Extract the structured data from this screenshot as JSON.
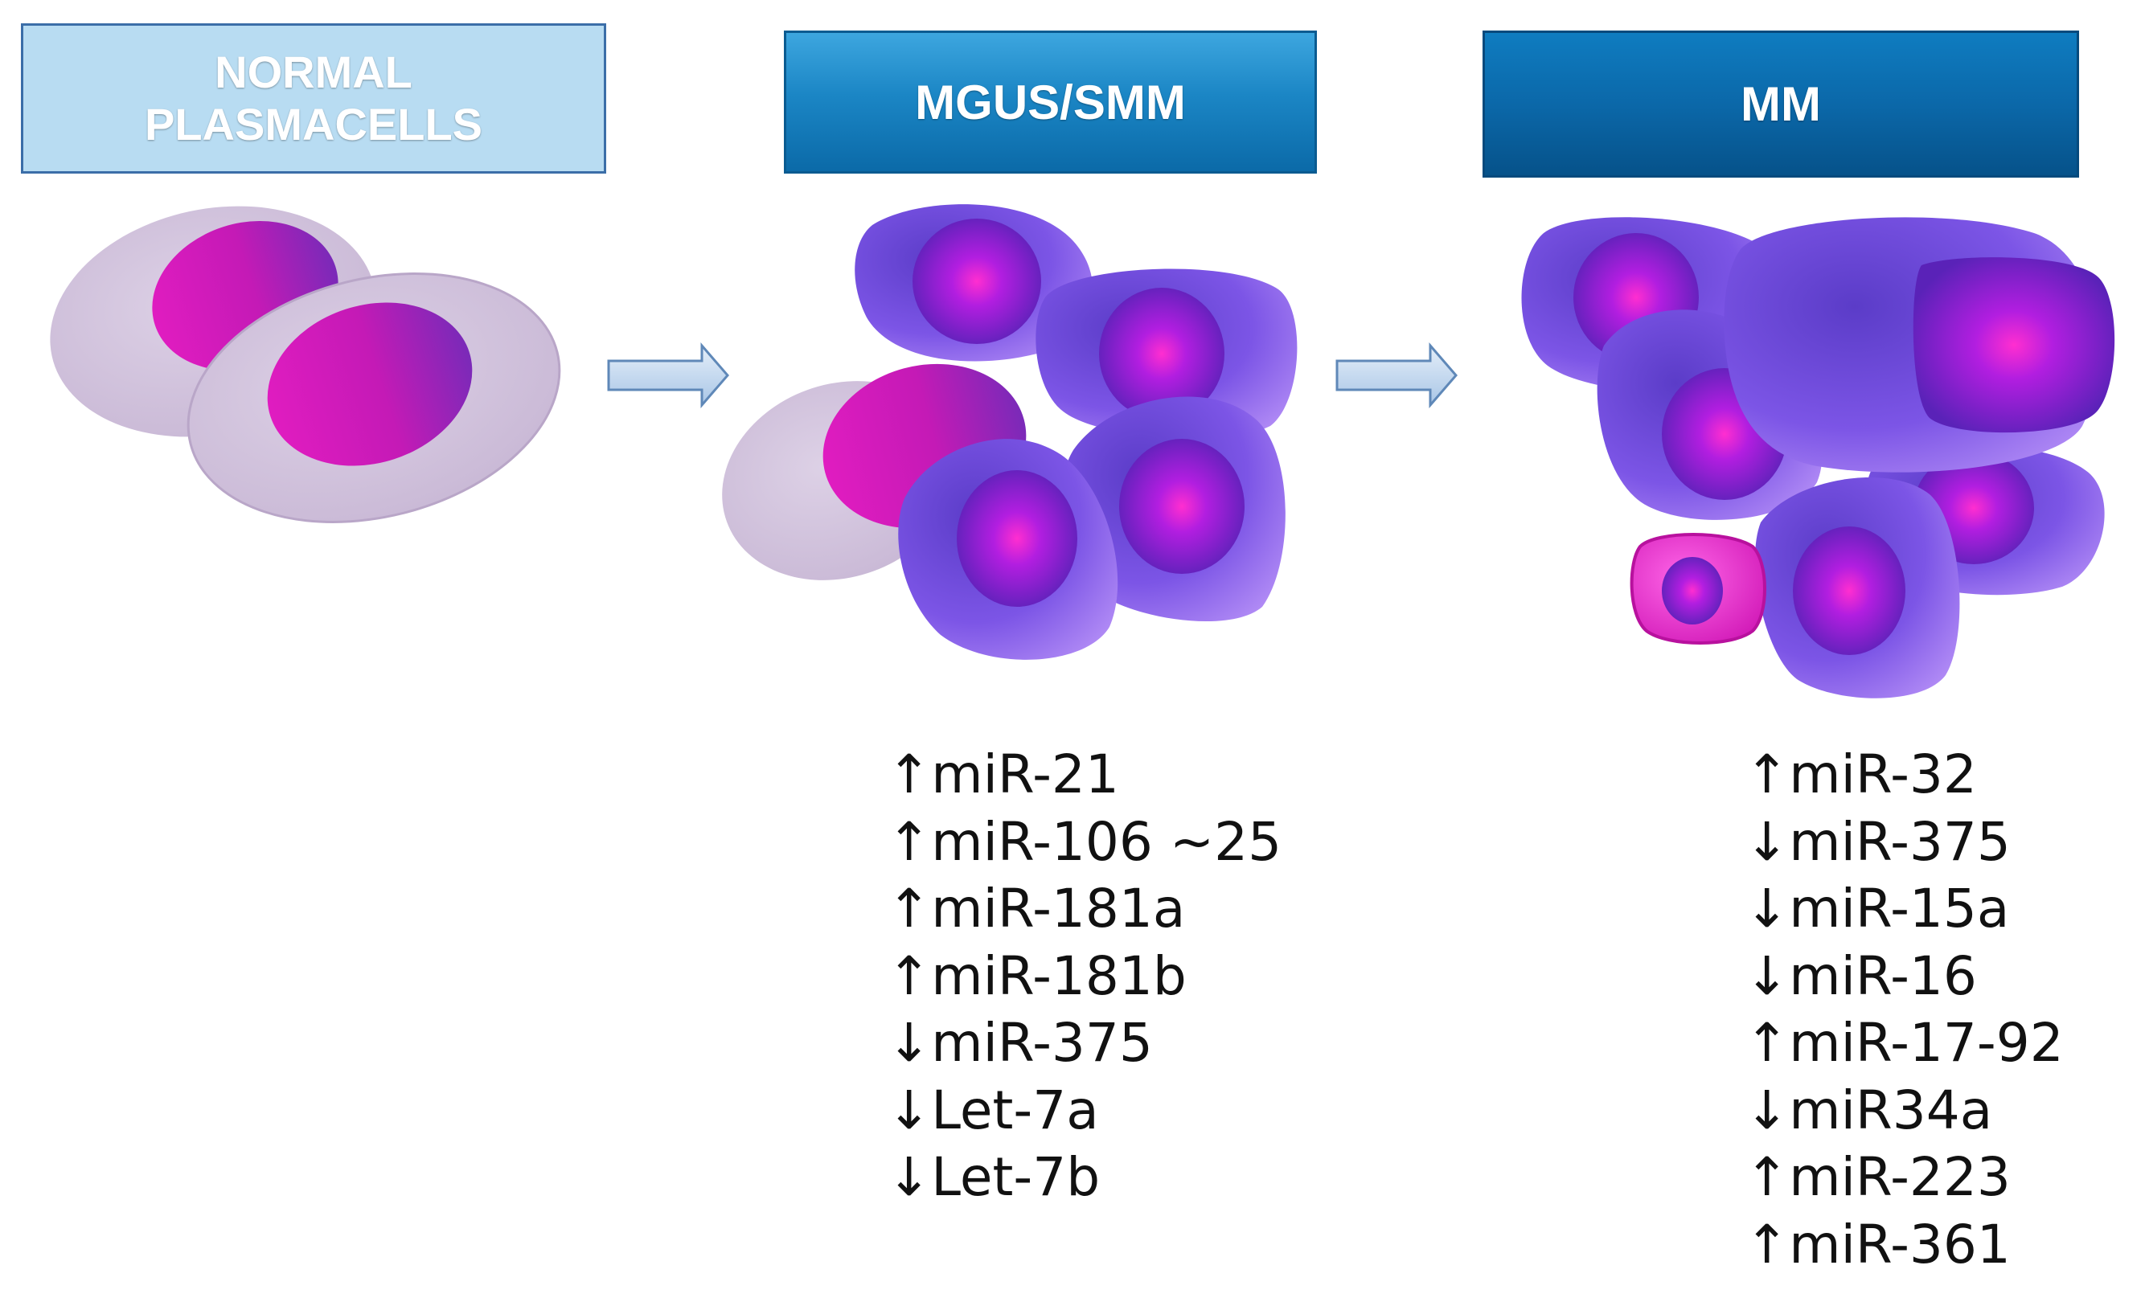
{
  "stages": [
    {
      "id": "normal",
      "title": "NORMAL\nPLASMACELLS"
    },
    {
      "id": "mgus",
      "title": "MGUS/SMM"
    },
    {
      "id": "mm",
      "title": "MM"
    }
  ],
  "mgus_markers": [
    "↑miR-21",
    "↑miR-106 ~25",
    "↑miR-181a",
    "↑miR-181b",
    "↓miR-375",
    "↓Let-7a",
    "↓Let-7b"
  ],
  "mm_markers": [
    "↑miR-32",
    "↓miR-375",
    "↓miR-15a",
    "↓miR-16",
    "↑miR-17-92",
    "↓miR34a",
    "↑miR-223",
    "↑miR-361"
  ],
  "colors": {
    "cell_body_normal": "#d2c4dc",
    "nucleus_normal": "#d21bb8",
    "cell_body_malignant": "#6b46d6",
    "nucleus_malignant": "#7a1fd0",
    "nucleus_core": "#ff2cc8",
    "arrow_fill": "#c6dcf2",
    "arrow_stroke": "#5f88b8"
  }
}
